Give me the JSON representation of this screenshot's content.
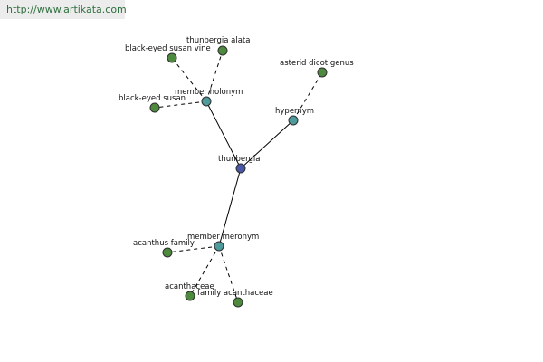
{
  "source_url": "http://www.artikata.com",
  "colors": {
    "center_node": "#4a56a6",
    "relation_node": "#4f9a9a",
    "leaf_node": "#4e8a3e"
  },
  "nodes": {
    "thunbergia": {
      "label": "thunbergia",
      "kind": "center"
    },
    "member_holonym": {
      "label": "member holonym",
      "kind": "relation"
    },
    "hypernym": {
      "label": "hypernym",
      "kind": "relation"
    },
    "member_meronym": {
      "label": "member meronym",
      "kind": "relation"
    },
    "black_eyed_susan_vine": {
      "label": "black-eyed susan vine",
      "kind": "leaf"
    },
    "thunbergia_alata": {
      "label": "thunbergia alata",
      "kind": "leaf"
    },
    "black_eyed_susan": {
      "label": "black-eyed susan",
      "kind": "leaf"
    },
    "asterid_dicot_genus": {
      "label": "asterid dicot genus",
      "kind": "leaf"
    },
    "acanthus_family": {
      "label": "acanthus family",
      "kind": "leaf"
    },
    "acanthaceae": {
      "label": "acanthaceae",
      "kind": "leaf"
    },
    "family_acanthaceae": {
      "label": "family acanthaceae",
      "kind": "leaf"
    }
  },
  "edges": [
    {
      "from": "thunbergia",
      "to": "member_holonym",
      "style": "solid"
    },
    {
      "from": "thunbergia",
      "to": "hypernym",
      "style": "solid"
    },
    {
      "from": "thunbergia",
      "to": "member_meronym",
      "style": "solid"
    },
    {
      "from": "member_holonym",
      "to": "black_eyed_susan_vine",
      "style": "dashed"
    },
    {
      "from": "member_holonym",
      "to": "thunbergia_alata",
      "style": "dashed"
    },
    {
      "from": "member_holonym",
      "to": "black_eyed_susan",
      "style": "dashed"
    },
    {
      "from": "hypernym",
      "to": "asterid_dicot_genus",
      "style": "dashed"
    },
    {
      "from": "member_meronym",
      "to": "acanthus_family",
      "style": "dashed"
    },
    {
      "from": "member_meronym",
      "to": "acanthaceae",
      "style": "dashed"
    },
    {
      "from": "member_meronym",
      "to": "family_acanthaceae",
      "style": "dashed"
    }
  ]
}
